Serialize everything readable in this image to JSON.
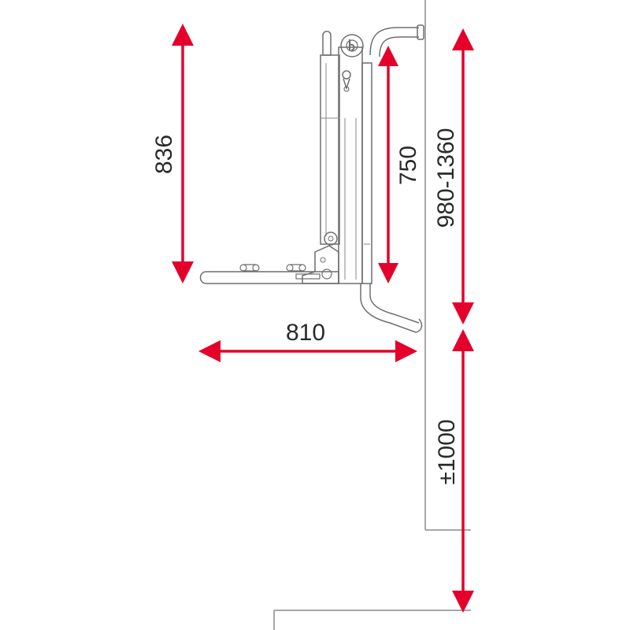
{
  "dimensions": {
    "height_total": "836",
    "mast_height": "750",
    "mount_height": "980-1360",
    "depth": "810",
    "ground_clearance": "±1000"
  },
  "colors": {
    "arrow": "#e4002b",
    "line": "#8a8a8a",
    "text": "#2a2a2a"
  }
}
